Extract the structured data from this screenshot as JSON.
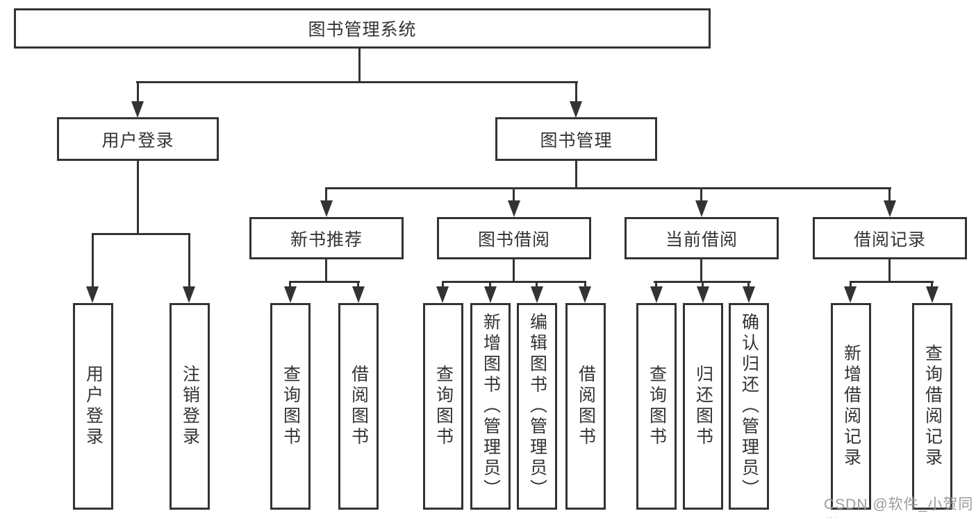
{
  "tree": {
    "root": {
      "label": "图书管理系统"
    },
    "branches": [
      {
        "label": "用户登录",
        "children": [
          {
            "label": "用户登录"
          },
          {
            "label": "注销登录"
          }
        ]
      },
      {
        "label": "图书管理",
        "children": [
          {
            "label": "新书推荐",
            "children": [
              {
                "label": "查询图书"
              },
              {
                "label": "借阅图书"
              }
            ]
          },
          {
            "label": "图书借阅",
            "children": [
              {
                "label": "查询图书"
              },
              {
                "label": "新增图书（管理员）"
              },
              {
                "label": "编辑图书（管理员）"
              },
              {
                "label": "借阅图书"
              }
            ]
          },
          {
            "label": "当前借阅",
            "children": [
              {
                "label": "查询图书"
              },
              {
                "label": "归还图书"
              },
              {
                "label": "确认归还（管理员）"
              }
            ]
          },
          {
            "label": "借阅记录",
            "children": [
              {
                "label": "新增借阅记录"
              },
              {
                "label": "查询借阅记录"
              }
            ]
          }
        ]
      }
    ]
  },
  "watermark": {
    "text": "CSDN @软件_小贺同学",
    "color": "#9b9b9b"
  },
  "colors": {
    "line": "#333333",
    "box_border": "#333333",
    "text": "#333333",
    "background": "#ffffff"
  }
}
